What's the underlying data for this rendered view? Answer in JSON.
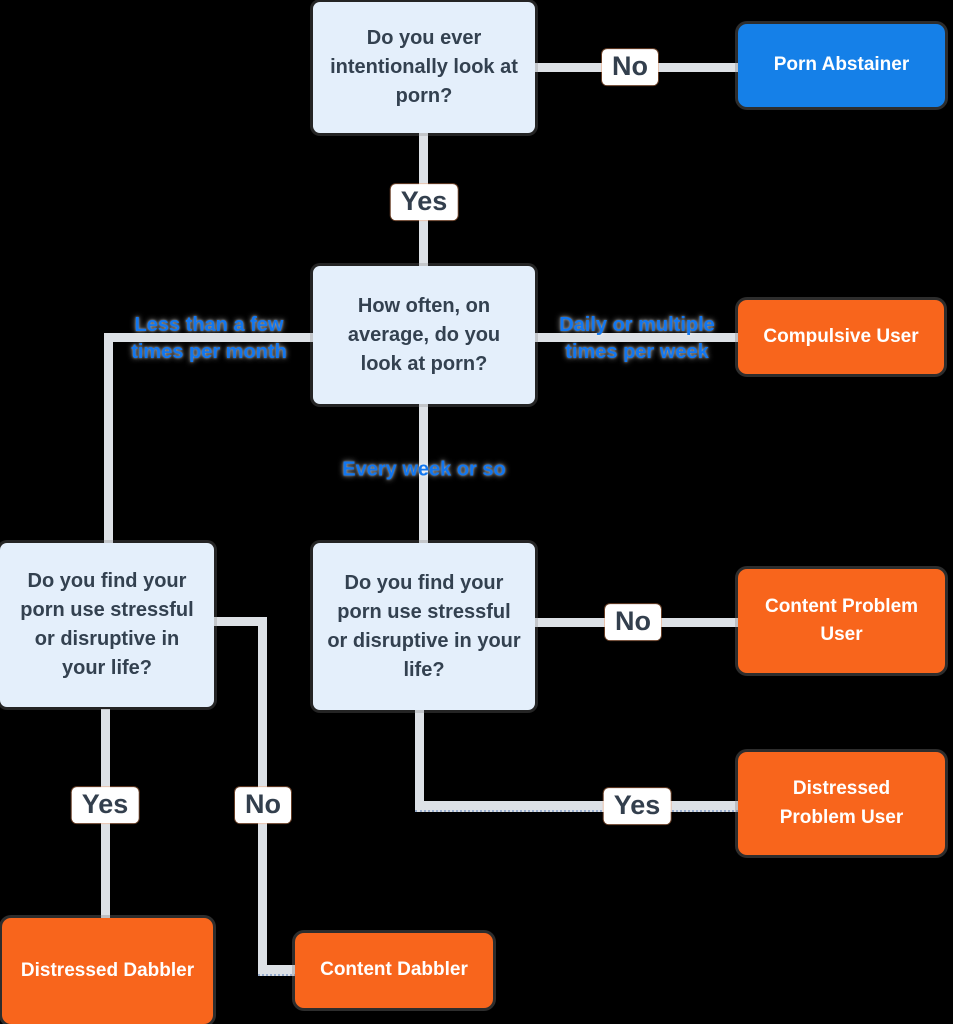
{
  "colors": {
    "background": "#000000",
    "question_box_bg": "#e4effb",
    "question_text": "#334150",
    "blue_box_bg": "#1580e8",
    "orange_box_bg": "#f8651c",
    "result_text": "#ffffff",
    "connector": "#dde1e6",
    "branch_label": "#1277f0",
    "yes_no_label": "#333f4d"
  },
  "nodes": {
    "q1": {
      "text": "Do you ever intentionally look at porn?"
    },
    "q2": {
      "text": "How often, on average, do you look at porn?"
    },
    "q3_left": {
      "text": "Do you find your porn use stressful or disruptive in your life?"
    },
    "q3_center": {
      "text": "Do you find your porn use stressful or disruptive in your life?"
    },
    "porn_abstainer": {
      "text": "Porn Abstainer"
    },
    "compulsive_user": {
      "text": "Compulsive User"
    },
    "content_problem_user": {
      "text": "Content Problem User"
    },
    "distressed_problem_user": {
      "text": "Distressed Problem User"
    },
    "distressed_dabbler": {
      "text": "Distressed Dabbler"
    },
    "content_dabbler": {
      "text": "Content Dabbler"
    }
  },
  "edge_labels": {
    "q1_no": "No",
    "q1_yes": "Yes",
    "q2_less": "Less than a few times per month",
    "q2_daily": "Daily or multiple times per week",
    "q2_weekly": "Every week or so",
    "q3_center_no": "No",
    "q3_center_yes": "Yes",
    "q3_left_yes": "Yes",
    "q3_left_no": "No"
  }
}
